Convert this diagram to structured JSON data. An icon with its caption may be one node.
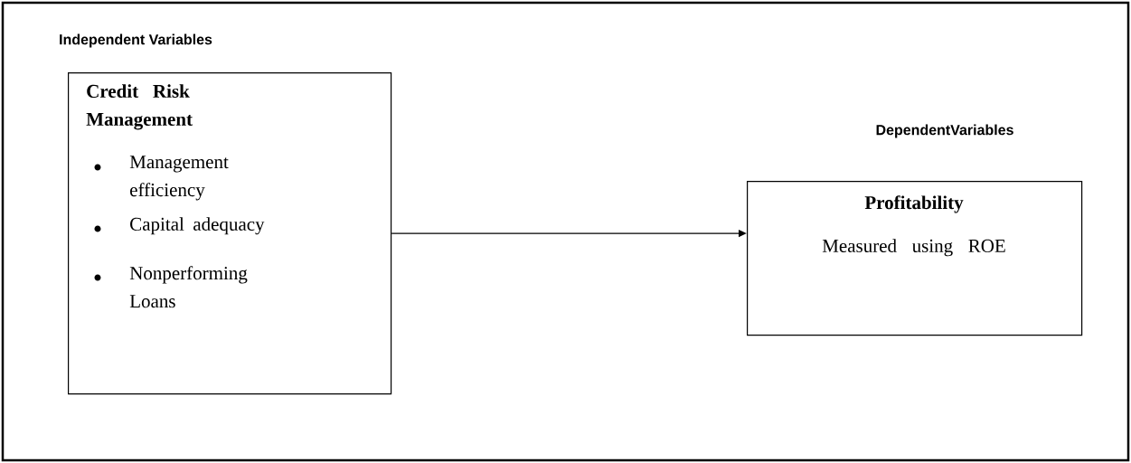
{
  "diagram": {
    "nodes": [
      {
        "text": [
          "Independent Variables",
          "Credit Risk Management",
          "Management efficiency",
          "Capital adequacy",
          "Nonperforming Loans"
        ]
      },
      {
        "text": [
          "DependentVariables",
          "Profitability",
          "Measured using ROE"
        ]
      }
    ],
    "edges": [
      {
        "from": 0,
        "to": 1,
        "arrow": "to"
      }
    ]
  }
}
